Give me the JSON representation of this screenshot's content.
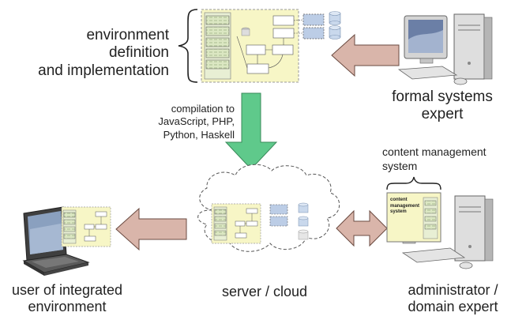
{
  "labels": {
    "environment": [
      "environment",
      "definition",
      "and implementation"
    ],
    "compilation": [
      "compilation to",
      "JavaScript, PHP,",
      "Python, Haskell"
    ],
    "formal_expert": [
      "formal systems",
      "expert"
    ],
    "cms": [
      "content management",
      "system"
    ],
    "user": [
      "user of integrated",
      "environment"
    ],
    "server": "server / cloud",
    "admin": [
      "administrator /",
      "domain expert"
    ],
    "cms_box": [
      "content",
      "management",
      "system"
    ]
  },
  "colors": {
    "pale_yellow": "#f7f6c6",
    "node_green": "#dbe7c2",
    "box_blue": "#bccde6",
    "db_blue": "#c9d8ec",
    "arrow_pink": "#d9b5aa",
    "arrow_green": "#5fc98b"
  },
  "icons": [
    "desktop-computer-icon",
    "laptop-icon",
    "cloud-icon",
    "database-icon"
  ]
}
